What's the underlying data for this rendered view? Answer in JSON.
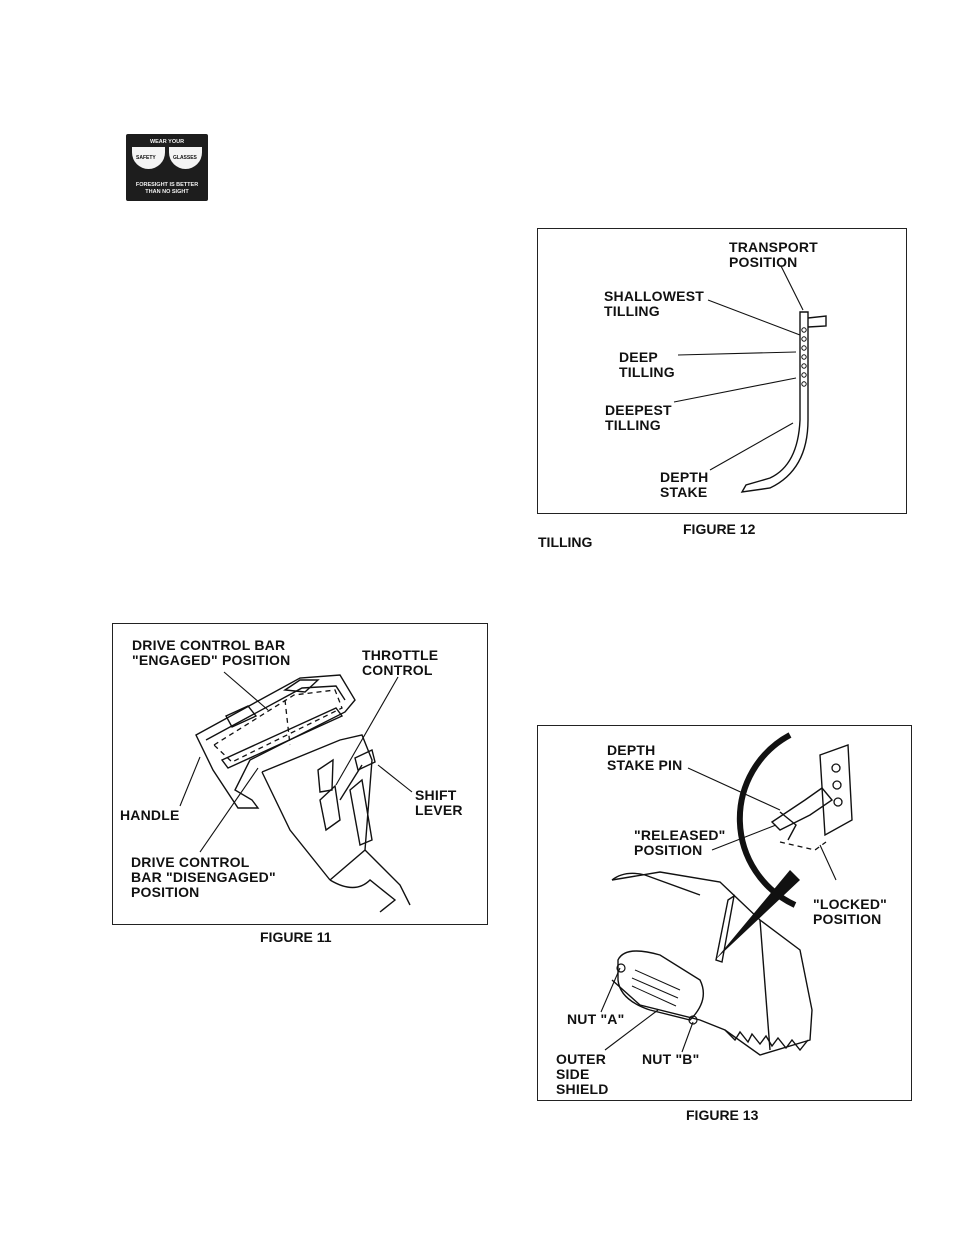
{
  "safety_badge": {
    "top": "WEAR YOUR",
    "left_eye": "SAFETY",
    "right_eye": "GLASSES",
    "bottom_line1": "FORESIGHT IS BETTER",
    "bottom_line2": "THAN NO SIGHT"
  },
  "figure11": {
    "caption": "FIGURE 11",
    "labels": {
      "engaged": "DRIVE CONTROL BAR\n\"ENGAGED\" POSITION",
      "throttle": "THROTTLE\nCONTROL",
      "handle": "HANDLE",
      "shift": "SHIFT\nLEVER",
      "disengaged": "DRIVE CONTROL\nBAR \"DISENGAGED\"\nPOSITION"
    }
  },
  "figure12": {
    "caption": "FIGURE 12",
    "heading": "TILLING",
    "labels": {
      "transport": "TRANSPORT\nPOSITION",
      "shallowest": "SHALLOWEST\nTILLING",
      "deep": "DEEP\nTILLING",
      "deepest": "DEEPEST\nTILLING",
      "stake": "DEPTH\nSTAKE"
    }
  },
  "figure13": {
    "caption": "FIGURE 13",
    "labels": {
      "pin": "DEPTH\nSTAKE PIN",
      "released": "\"RELEASED\"\nPOSITION",
      "locked": "\"LOCKED\"\nPOSITION",
      "nut_a": "NUT \"A\"",
      "nut_b": "NUT \"B\"",
      "shield": "OUTER\nSIDE\nSHIELD"
    }
  }
}
